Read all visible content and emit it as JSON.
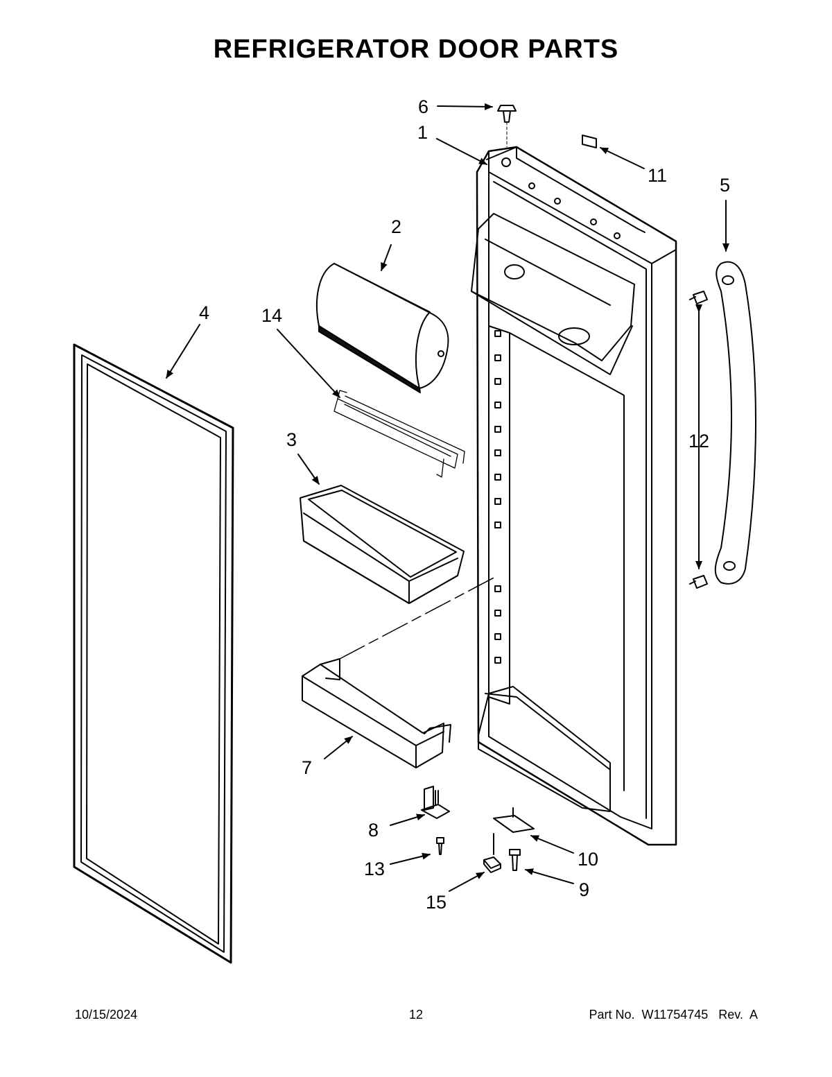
{
  "page": {
    "title": "REFRIGERATOR DOOR PARTS",
    "footer": {
      "date": "10/15/2024",
      "page_number": "12",
      "part_number": "Part No.  W11754745   Rev.  A"
    }
  },
  "callouts": [
    {
      "id": "1",
      "label": "1"
    },
    {
      "id": "2",
      "label": "2"
    },
    {
      "id": "3",
      "label": "3"
    },
    {
      "id": "4",
      "label": "4"
    },
    {
      "id": "5",
      "label": "5"
    },
    {
      "id": "6",
      "label": "6"
    },
    {
      "id": "7",
      "label": "7"
    },
    {
      "id": "8",
      "label": "8"
    },
    {
      "id": "9",
      "label": "9"
    },
    {
      "id": "10",
      "label": "10"
    },
    {
      "id": "11",
      "label": "11"
    },
    {
      "id": "12",
      "label": "12"
    },
    {
      "id": "13",
      "label": "13"
    },
    {
      "id": "14",
      "label": "14"
    },
    {
      "id": "15",
      "label": "15"
    }
  ]
}
